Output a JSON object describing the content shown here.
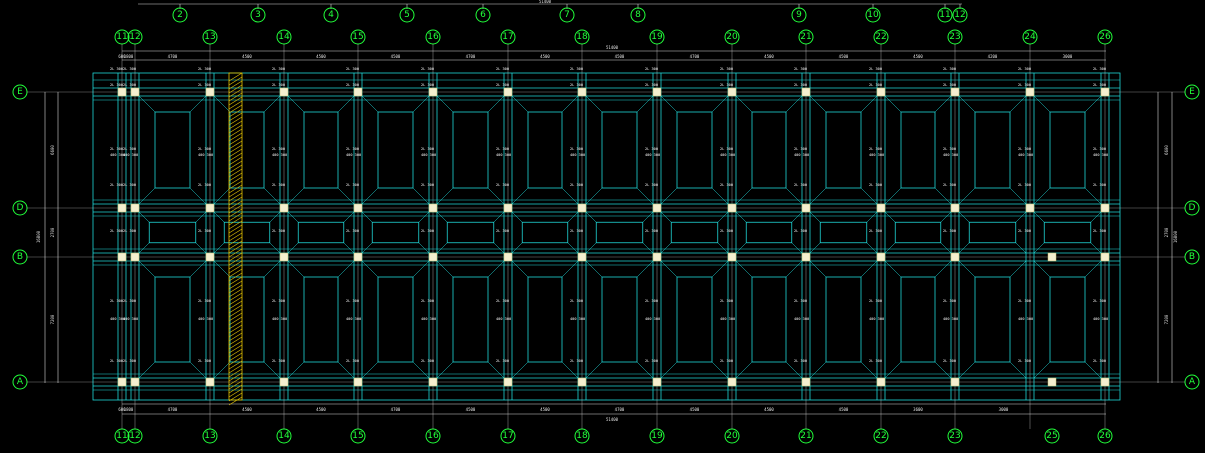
{
  "drawing": {
    "colors": {
      "background": "#000000",
      "axis_bubble": "#21ff3a",
      "beam": "#1fd6d6",
      "dimension": "#d8d8d8",
      "column": "#f4efcf",
      "hatch": "#e8c400"
    },
    "top_axes_upper": [
      "2",
      "3",
      "4",
      "5",
      "6",
      "7",
      "8",
      "9",
      "10",
      "11",
      "12"
    ],
    "top_axes_upper_total": "51400",
    "plan_axes_top": [
      "11",
      "12",
      "13",
      "14",
      "15",
      "16",
      "17",
      "18",
      "19",
      "20",
      "21",
      "22",
      "23",
      "24",
      "26"
    ],
    "plan_axes_bottom": [
      "11",
      "12",
      "13",
      "14",
      "15",
      "16",
      "17",
      "18",
      "19",
      "20",
      "21",
      "22",
      "23",
      "25",
      "26"
    ],
    "row_axes": [
      "E",
      "D",
      "B",
      "A"
    ],
    "top_total_dim": "51400",
    "top_spans": [
      "600",
      "1800",
      "4700",
      "4500",
      "4500",
      "4500",
      "4700",
      "4500",
      "4500",
      "4700",
      "4500",
      "4500",
      "4500",
      "4200",
      "3000"
    ],
    "bottom_total_dim": "51400",
    "bottom_spans": [
      "600",
      "1800",
      "4700",
      "4500",
      "4500",
      "4700",
      "4500",
      "4500",
      "4700",
      "4500",
      "4500",
      "4500",
      "3600",
      "3000"
    ],
    "left_total_dim": "16800",
    "left_spans": [
      "6600",
      "2700",
      "7200"
    ],
    "right_total_dim": "16800",
    "right_spans": [
      "6600",
      "2700",
      "7200"
    ],
    "beam_label": "2L 300",
    "beam_sub_label": "400 300"
  }
}
